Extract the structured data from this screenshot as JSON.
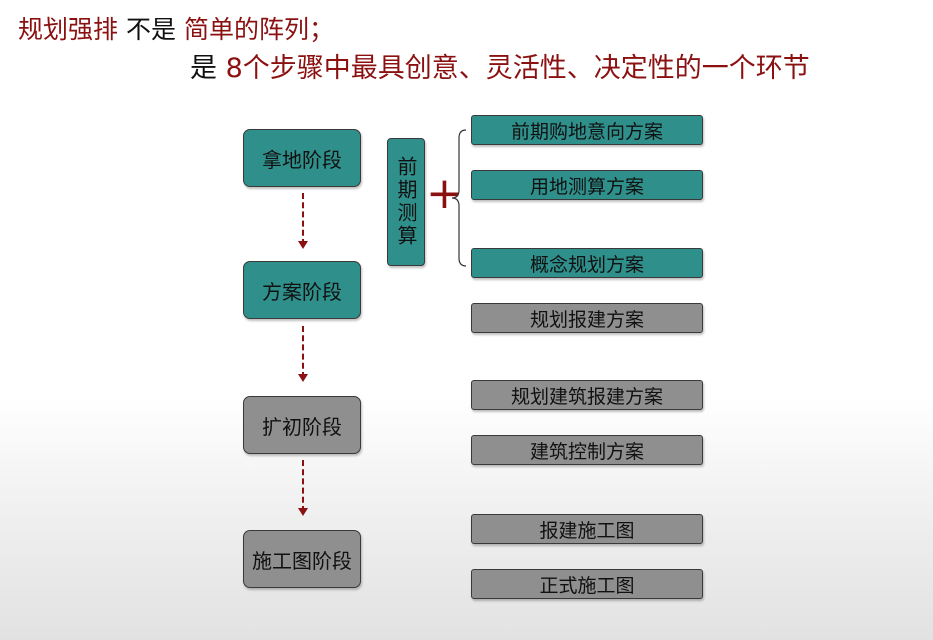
{
  "header": {
    "line1_part1": "规划强排",
    "line1_part2": "不是",
    "line1_part3": "简单的阵列；",
    "line2_part1": "是",
    "line2_part2": "8个步骤中最具创意、灵活性、决定性的一个环节"
  },
  "stages": [
    {
      "label": "拿地阶段"
    },
    {
      "label": "方案阶段"
    },
    {
      "label": "扩初阶段"
    },
    {
      "label": "施工图阶段"
    }
  ],
  "calc_box": {
    "label": "前期测算"
  },
  "plus_sign": "+",
  "steps": [
    {
      "label": "前期购地意向方案"
    },
    {
      "label": "用地测算方案"
    },
    {
      "label": "概念规划方案"
    },
    {
      "label": "规划报建方案"
    },
    {
      "label": "规划建筑报建方案"
    },
    {
      "label": "建筑控制方案"
    },
    {
      "label": "报建施工图"
    },
    {
      "label": "正式施工图"
    }
  ],
  "colors": {
    "accent": "#8b1111",
    "teal": "#2f8f8b",
    "gray": "#8f8f8f"
  }
}
